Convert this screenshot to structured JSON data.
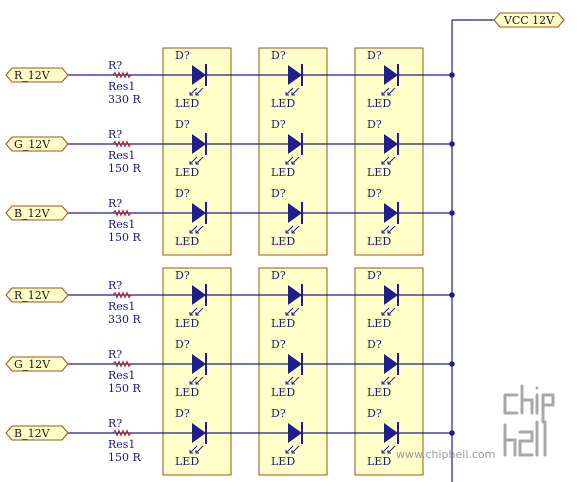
{
  "schematic": {
    "power_port": {
      "label": "VCC 12V"
    },
    "groups": [
      {
        "rows": [
          {
            "port": "R_12V",
            "resistor": {
              "designator": "R?",
              "part": "Res1",
              "value": "330 R"
            }
          },
          {
            "port": "G_12V",
            "resistor": {
              "designator": "R?",
              "part": "Res1",
              "value": "150 R"
            }
          },
          {
            "port": "B_12V",
            "resistor": {
              "designator": "R?",
              "part": "Res1",
              "value": "150 R"
            }
          }
        ]
      },
      {
        "rows": [
          {
            "port": "R_12V",
            "resistor": {
              "designator": "R?",
              "part": "Res1",
              "value": "330 R"
            }
          },
          {
            "port": "G_12V",
            "resistor": {
              "designator": "R?",
              "part": "Res1",
              "value": "150 R"
            }
          },
          {
            "port": "B_12V",
            "resistor": {
              "designator": "R?",
              "part": "Res1",
              "value": "150 R"
            }
          }
        ]
      }
    ],
    "led": {
      "designator": "D?",
      "part": "LED"
    },
    "led_columns": 3
  },
  "colors": {
    "wire": "#1e1e8c",
    "component": "#1e1e8c",
    "resistor": "#b02020",
    "led_box_fill": "#ffffc8",
    "led_box_stroke": "#a05018",
    "port_fill": "#ffffc8",
    "port_stroke": "#a05018",
    "junction": "#1e1e8c"
  },
  "watermark": {
    "logo": "chip hell",
    "url": "www.chiphell.com"
  }
}
